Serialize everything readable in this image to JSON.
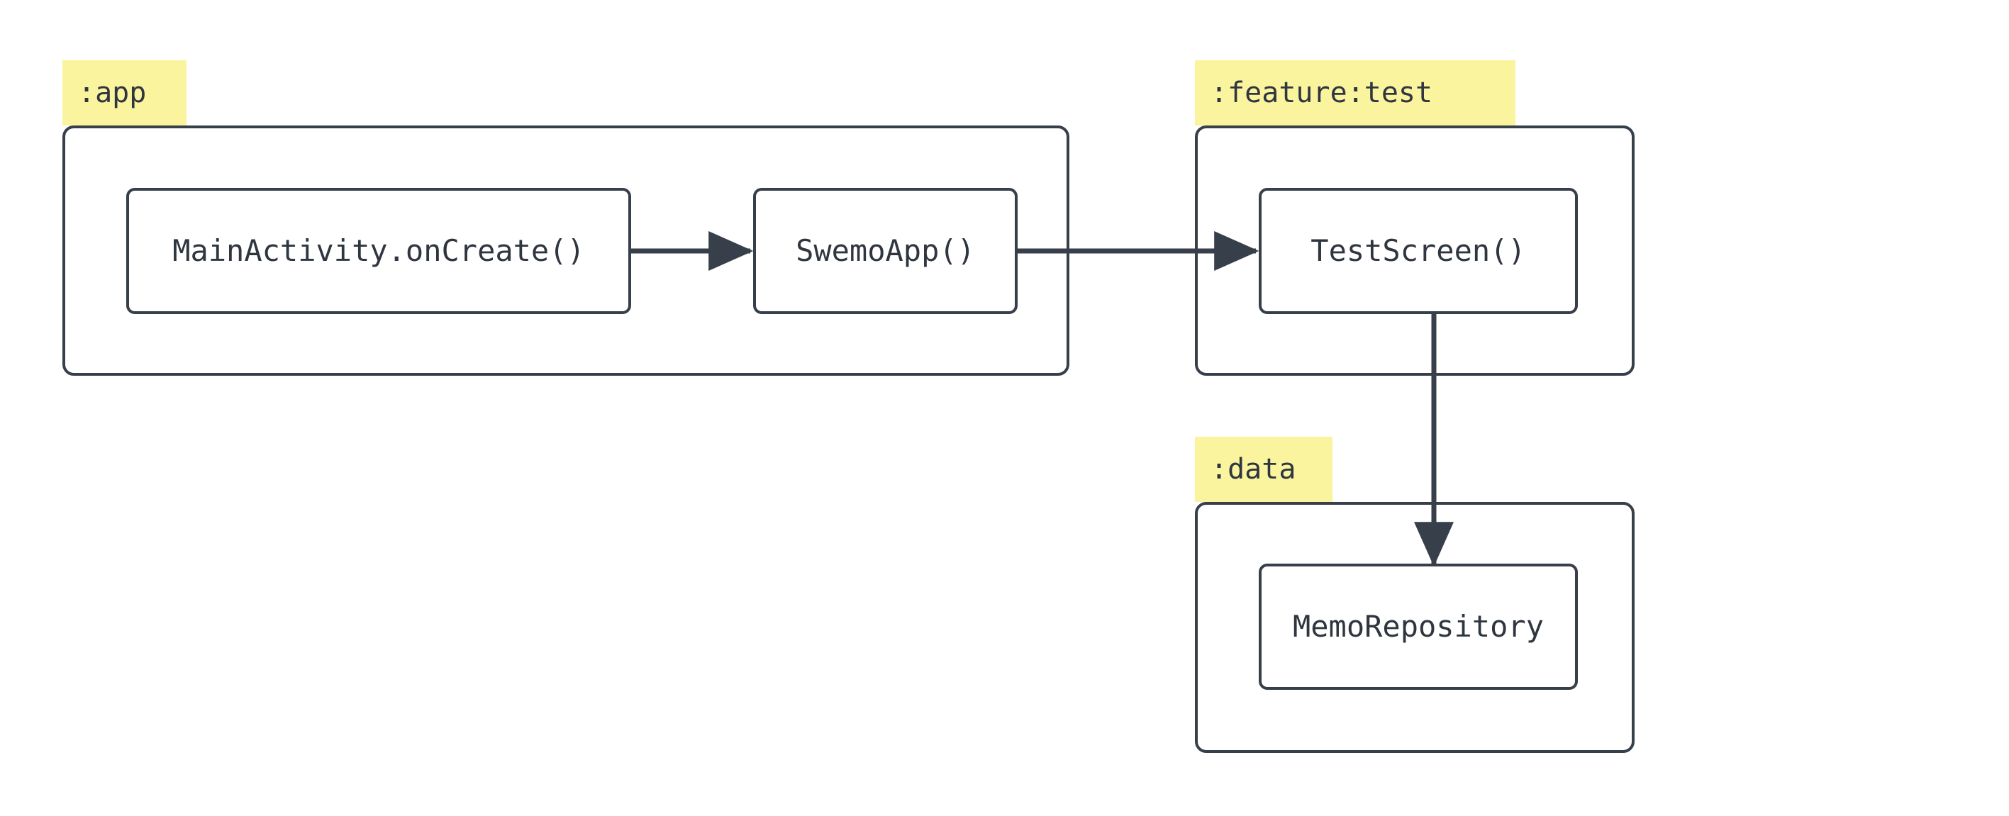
{
  "diagram": {
    "type": "module-dependency-flow",
    "background_color": "#ffffff",
    "line_color": "#373f4b",
    "text_color": "#2f3640",
    "label_highlight_color": "#fbf49e",
    "modules": [
      {
        "id": "app",
        "label": ":app",
        "nodes": [
          {
            "id": "main-activity",
            "label": "MainActivity.onCreate()"
          },
          {
            "id": "swemo-app",
            "label": "SwemoApp()"
          }
        ]
      },
      {
        "id": "feature-test",
        "label": ":feature:test",
        "nodes": [
          {
            "id": "test-screen",
            "label": "TestScreen()"
          }
        ]
      },
      {
        "id": "data",
        "label": ":data",
        "nodes": [
          {
            "id": "memo-repository",
            "label": "MemoRepository"
          }
        ]
      }
    ],
    "edges": [
      {
        "id": "edge-1",
        "from": "main-activity",
        "to": "swemo-app",
        "direction": "right"
      },
      {
        "id": "edge-2",
        "from": "swemo-app",
        "to": "test-screen",
        "direction": "right"
      },
      {
        "id": "edge-3",
        "from": "test-screen",
        "to": "memo-repository",
        "direction": "down"
      }
    ]
  }
}
